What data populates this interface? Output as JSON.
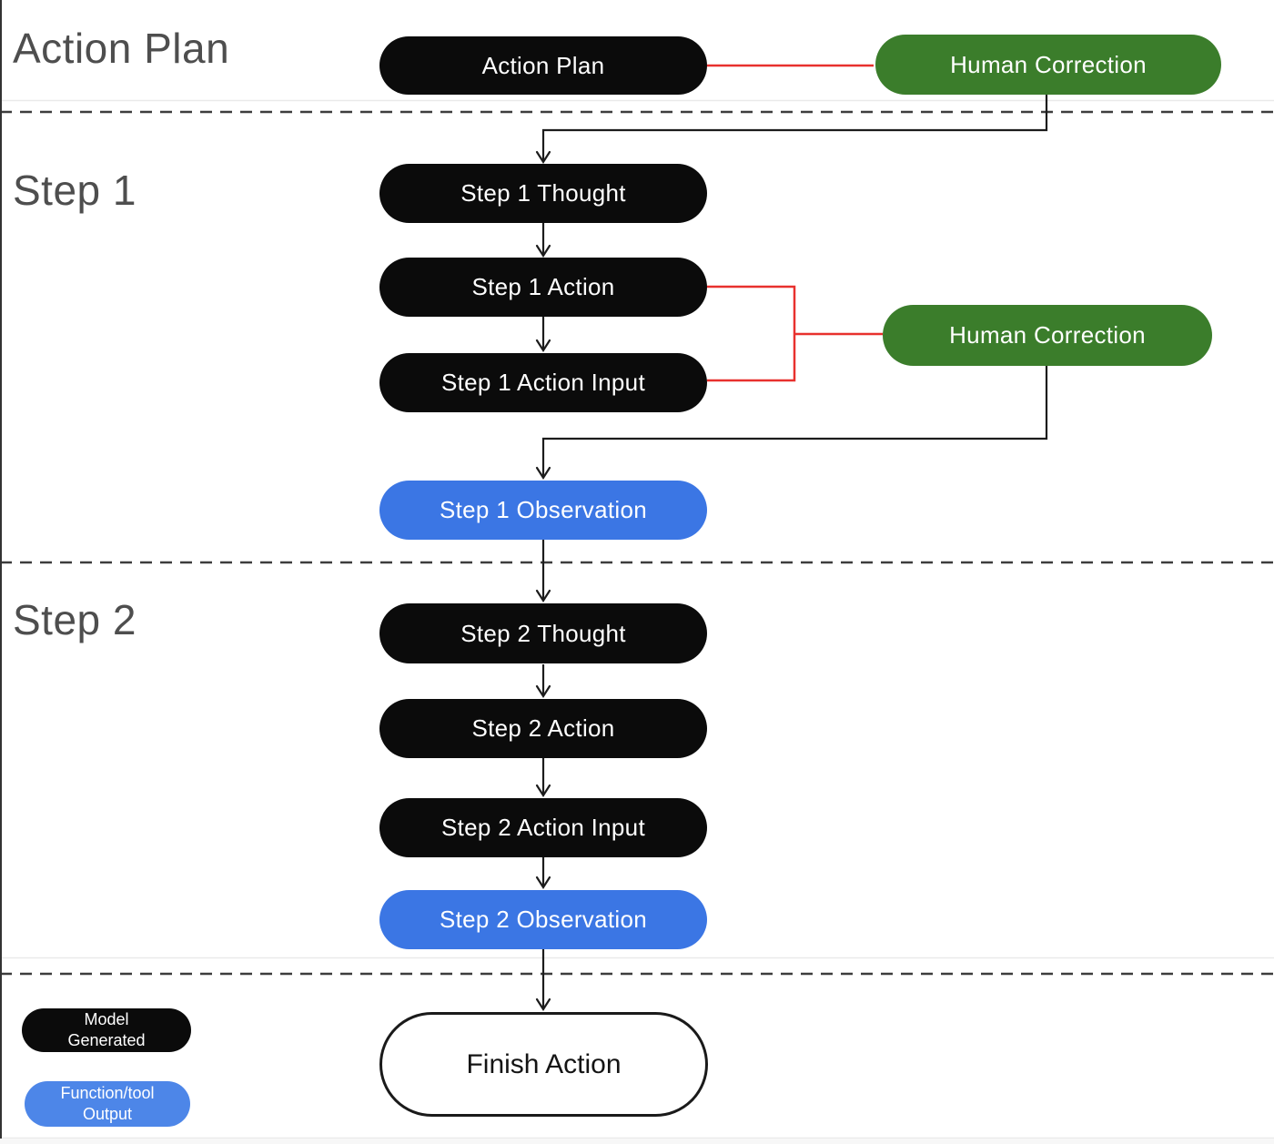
{
  "colors": {
    "background": "#ffffff",
    "model_node": "#0b0b0b",
    "tool_node": "#3b76e4",
    "human_node": "#3b7d2b",
    "legend_tool": "#4d86e8",
    "connector": "#1c1c1c",
    "correction_link": "#e8312e",
    "section_label": "#4e4e4e",
    "finish_border": "#1a1a1a"
  },
  "sections": {
    "action_plan": {
      "label": "Action Plan"
    },
    "step_1": {
      "label": "Step 1"
    },
    "step_2": {
      "label": "Step 2"
    }
  },
  "nodes": {
    "action_plan": {
      "label": "Action Plan",
      "kind": "model-generated"
    },
    "human_correction_1": {
      "label": "Human Correction",
      "kind": "human"
    },
    "step1_thought": {
      "label": "Step 1 Thought",
      "kind": "model-generated"
    },
    "step1_action": {
      "label": "Step 1 Action",
      "kind": "model-generated"
    },
    "step1_action_input": {
      "label": "Step 1 Action Input",
      "kind": "model-generated"
    },
    "human_correction_2": {
      "label": "Human Correction",
      "kind": "human"
    },
    "step1_observation": {
      "label": "Step 1 Observation",
      "kind": "function-tool-output"
    },
    "step2_thought": {
      "label": "Step 2 Thought",
      "kind": "model-generated"
    },
    "step2_action": {
      "label": "Step 2 Action",
      "kind": "model-generated"
    },
    "step2_action_input": {
      "label": "Step 2 Action Input",
      "kind": "model-generated"
    },
    "step2_observation": {
      "label": "Step 2 Observation",
      "kind": "function-tool-output"
    },
    "finish_action": {
      "label": "Finish Action",
      "kind": "terminal"
    }
  },
  "legend": {
    "model_generated": {
      "label": "Model Generated"
    },
    "function_tool_output": {
      "label": "Function/tool Output"
    }
  }
}
